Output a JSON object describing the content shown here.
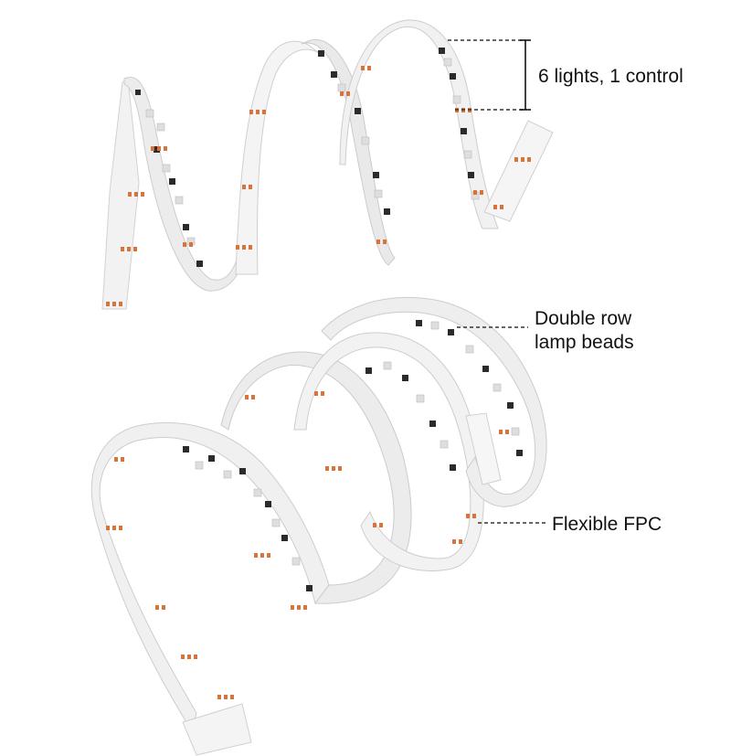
{
  "annotations": {
    "control": "6 lights, 1 control",
    "beads_line1": "Double row",
    "beads_line2": "lamp beads",
    "fpc": "Flexible FPC"
  },
  "colors": {
    "strip_face": "#f3f3f3",
    "strip_edge": "#cfcfcf",
    "strip_shadow": "#dcdcdc",
    "solder_pad": "#d8733a",
    "chip": "#2b2b2b",
    "led": "#e8e8e8",
    "leader_line": "#333333"
  },
  "icons": [
    "led-strip-coil-top",
    "led-strip-coil-bottom"
  ]
}
